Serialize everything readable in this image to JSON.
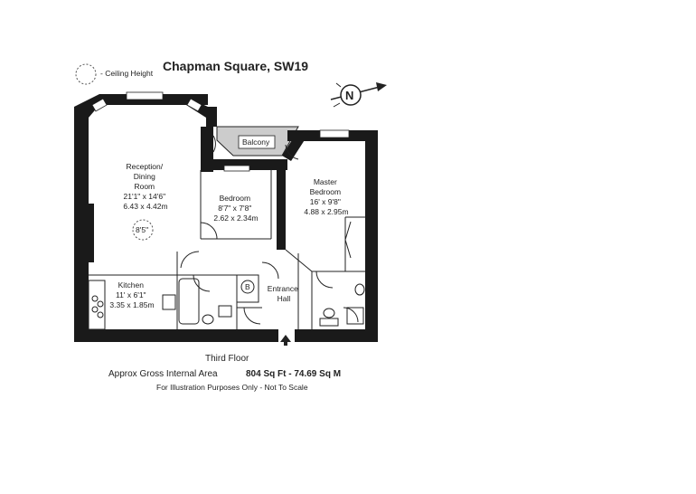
{
  "title": "Chapman Square, SW19",
  "legend": {
    "icon": "dashed-circle-icon",
    "label": "- Ceiling Height"
  },
  "compass": {
    "letter": "N"
  },
  "rooms": {
    "reception": {
      "name": [
        "Reception/",
        "Dining",
        "Room"
      ],
      "imperial": "21'1\" x 14'6\"",
      "metric": "6.43 x 4.42m"
    },
    "ceiling_height": "8'5\"",
    "balcony": "Balcony",
    "bedroom": {
      "name": [
        "Bedroom"
      ],
      "imperial": "8'7\" x 7'8\"",
      "metric": "2.62 x 2.34m"
    },
    "master": {
      "name": [
        "Master",
        "Bedroom"
      ],
      "imperial": "16' x 9'8\"",
      "metric": "4.88 x 2.95m"
    },
    "kitchen": {
      "name": [
        "Kitchen"
      ],
      "imperial": "11' x 6'1\"",
      "metric": "3.35 x 1.85m"
    },
    "boiler": "B",
    "hall": {
      "name": [
        "Entrance",
        "Hall"
      ]
    }
  },
  "floor_label": "Third Floor",
  "area": {
    "label": "Approx Gross Internal Area",
    "value": "804 Sq Ft  -  74.69 Sq M"
  },
  "disclaimer": "For Illustration Purposes Only - Not To Scale",
  "colors": {
    "wall": "#1a1a1a",
    "balcony": "#cccccc"
  }
}
